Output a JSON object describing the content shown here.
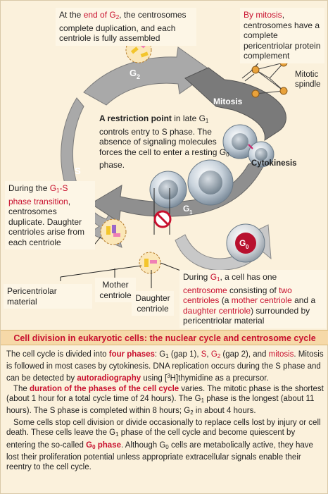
{
  "diagram": {
    "phase_labels": {
      "g2": "G",
      "g2_sub": "2",
      "s": "S",
      "g1": "G",
      "g1_sub": "1",
      "mitosis": "Mitosis",
      "cytokinesis": "Cytokinesis",
      "g0": "G",
      "g0_sub": "0",
      "mitotic_spindle": "Mitotic spindle"
    },
    "callouts": {
      "end_g2": {
        "pre": "At the ",
        "hl": "end of G",
        "hl_sub": "2",
        "post": ", the centrosomes complete duplication, and each centriole is fully assembled"
      },
      "mitosis": {
        "hl": "By mitosis",
        "post": ", centrosomes have a complete pericentriolar protein complement"
      },
      "restriction": {
        "hl": "A restriction point",
        "post": " in late G",
        "post_sub": "1",
        "post2": " controls entry to S phase. The absence of signaling molecules forces the cell to enter a resting G",
        "post2_sub": "0",
        "post3": " phase."
      },
      "g1s": {
        "pre": "During the ",
        "hl": "G",
        "hl_sub": "1",
        "hl2": "-S phase transition",
        "post": ", centrosomes duplicate. Daughter centrioles arise from each centriole"
      },
      "g1": {
        "pre": "During ",
        "hl": "G",
        "hl_sub": "1",
        "mid": ", a cell has one ",
        "hl2": "centrosome",
        "mid2": " consisting of ",
        "hl3": "two centrioles",
        "mid3": " (a ",
        "hl4": "mother centriole",
        "mid4": " and a ",
        "hl5": "daughter centriole",
        "post": ") surrounded by pericentriolar material"
      }
    },
    "legend": {
      "pericentriolar": "Pericentriolar material",
      "mother": "Mother centriole",
      "daughter": "Daughter centriole"
    }
  },
  "section_title": "Cell division in eukaryotic cells: the nuclear cycle and centrosome cycle",
  "body": {
    "p1": {
      "a": "The cell cycle is divided into ",
      "four_phases": "four phases",
      "b": ": G",
      "b_sub": "1",
      "c": " (gap 1), ",
      "s": "S",
      "d": ", ",
      "g2": "G",
      "g2_sub": "2",
      "e": " (gap 2), and ",
      "mitosis": "mitosis",
      "f": ". Mitosis is followed in most cases by cytokinesis. DNA replication occurs during the S phase  and can be detected by ",
      "autorad": "autoradiography",
      "g": " using [",
      "g_sup": "3",
      "h": "H]thymidine as a precursor."
    },
    "p2": {
      "a": "The ",
      "duration": "duration of the phases of the cell cycle",
      "b": " varies.  The mitotic phase is the shortest (about 1 hour for a total cycle time of 24 hours). The G",
      "b_sub": "1",
      "c": " phase is the longest (about 11 hours). The S phase is completed within 8 hours; G",
      "c_sub": "2",
      "d": " in about 4 hours."
    },
    "p3": {
      "a": "Some cells stop cell division or divide occasionally to replace cells lost by injury or cell death. These cells leave  the G",
      "a_sub": "1",
      "b": " phase of the cell cycle and become quiescent by entering the so-called ",
      "g0": "G",
      "g0_sub": "0",
      "g0b": " phase",
      "c": ". Although G",
      "c_sub": "0",
      "d": " cells are metabolically active, they have lost their proliferation potential unless appropriate extracellular signals enable their reentry to the cell cycle."
    }
  }
}
